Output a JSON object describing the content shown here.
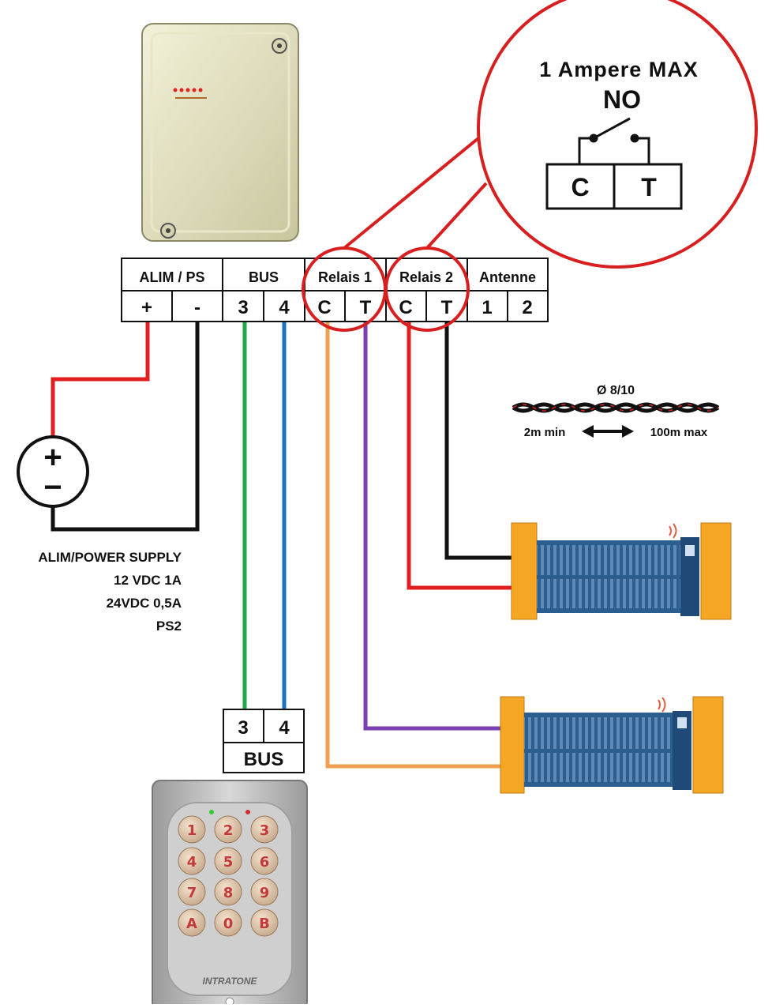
{
  "terminal_block": {
    "groups": [
      "ALIM / PS",
      "BUS",
      "Relais 1",
      "Relais 2",
      "Antenne"
    ],
    "pins": [
      "+",
      "-",
      "3",
      "4",
      "C",
      "T",
      "C",
      "T",
      "1",
      "2"
    ]
  },
  "relay_detail": {
    "rating": "1 Ampere MAX",
    "contact_type": "NO",
    "pins": [
      "C",
      "T"
    ]
  },
  "power_supply": {
    "plus": "+",
    "minus": "−",
    "lines": [
      "ALIM/POWER SUPPLY",
      "12 VDC 1A",
      "24VDC 0,5A",
      "PS2"
    ]
  },
  "cable_spec": {
    "diameter": "Ø 8/10",
    "min": "2m min",
    "max": "100m max"
  },
  "keypad_bus": {
    "pins": [
      "3",
      "4"
    ],
    "label": "BUS"
  },
  "keypad": {
    "keys": [
      "1",
      "2",
      "3",
      "4",
      "5",
      "6",
      "7",
      "8",
      "9",
      "A",
      "0",
      "B"
    ],
    "brand": "INTRATONE"
  },
  "colors": {
    "power_positive": "#e02020",
    "power_negative": "#111111",
    "bus_3": "#22a84a",
    "bus_4": "#1a6fc0",
    "relay1_c": "#f0a050",
    "relay1_t": "#7a3fb0",
    "relay2_c": "#e02020",
    "relay2_t": "#111111",
    "highlight": "#d81f1f",
    "gate_pillar": "#f5a623",
    "gate_bars": "#2c5f8f"
  }
}
